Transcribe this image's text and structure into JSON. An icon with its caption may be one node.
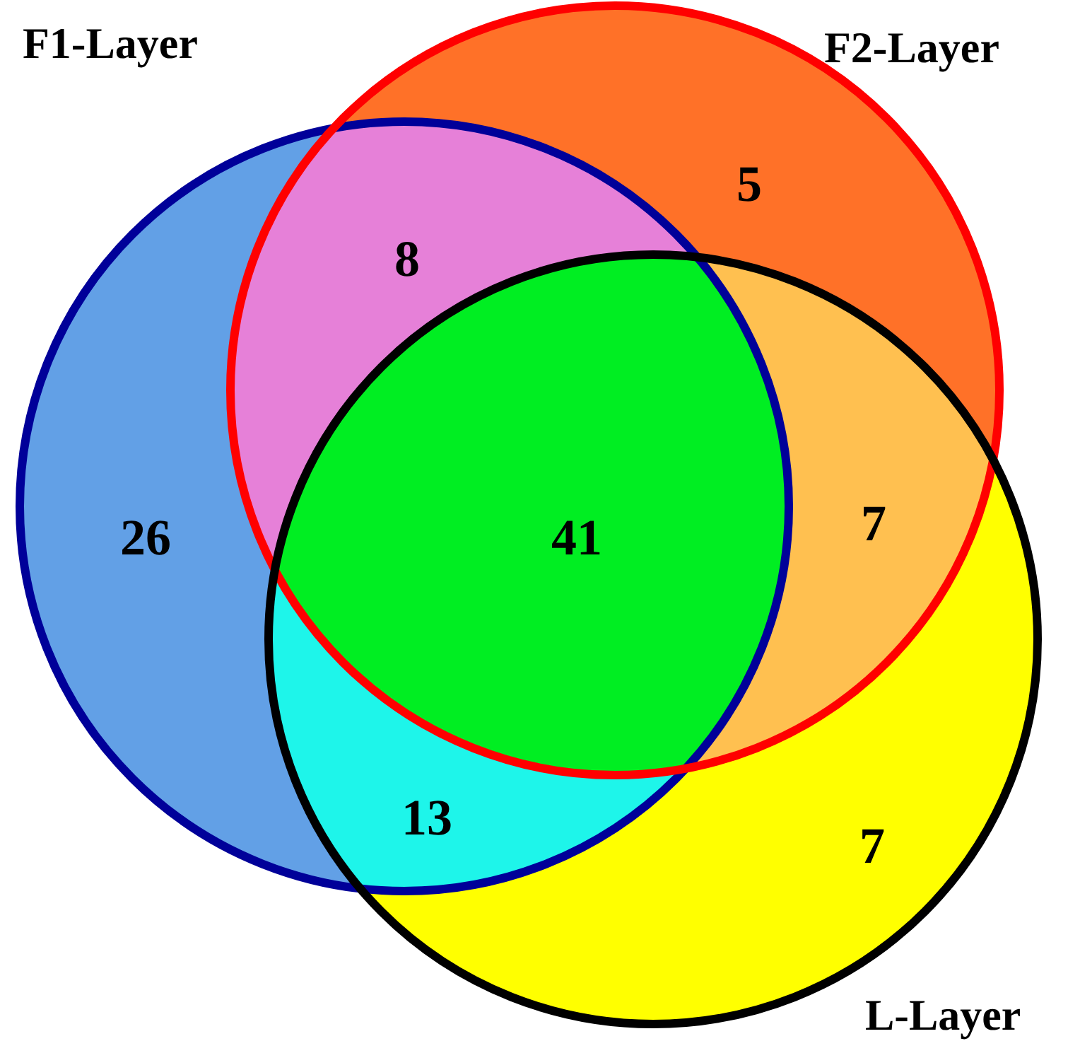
{
  "diagram": {
    "nodes": [
      {
        "text": [
          "F1-Layer"
        ]
      },
      {
        "text": [
          "F2-Layer"
        ]
      },
      {
        "text": [
          "L-Layer"
        ]
      }
    ],
    "labels": [
      "8",
      "5",
      "26",
      "41",
      "7",
      "13",
      "7"
    ]
  }
}
